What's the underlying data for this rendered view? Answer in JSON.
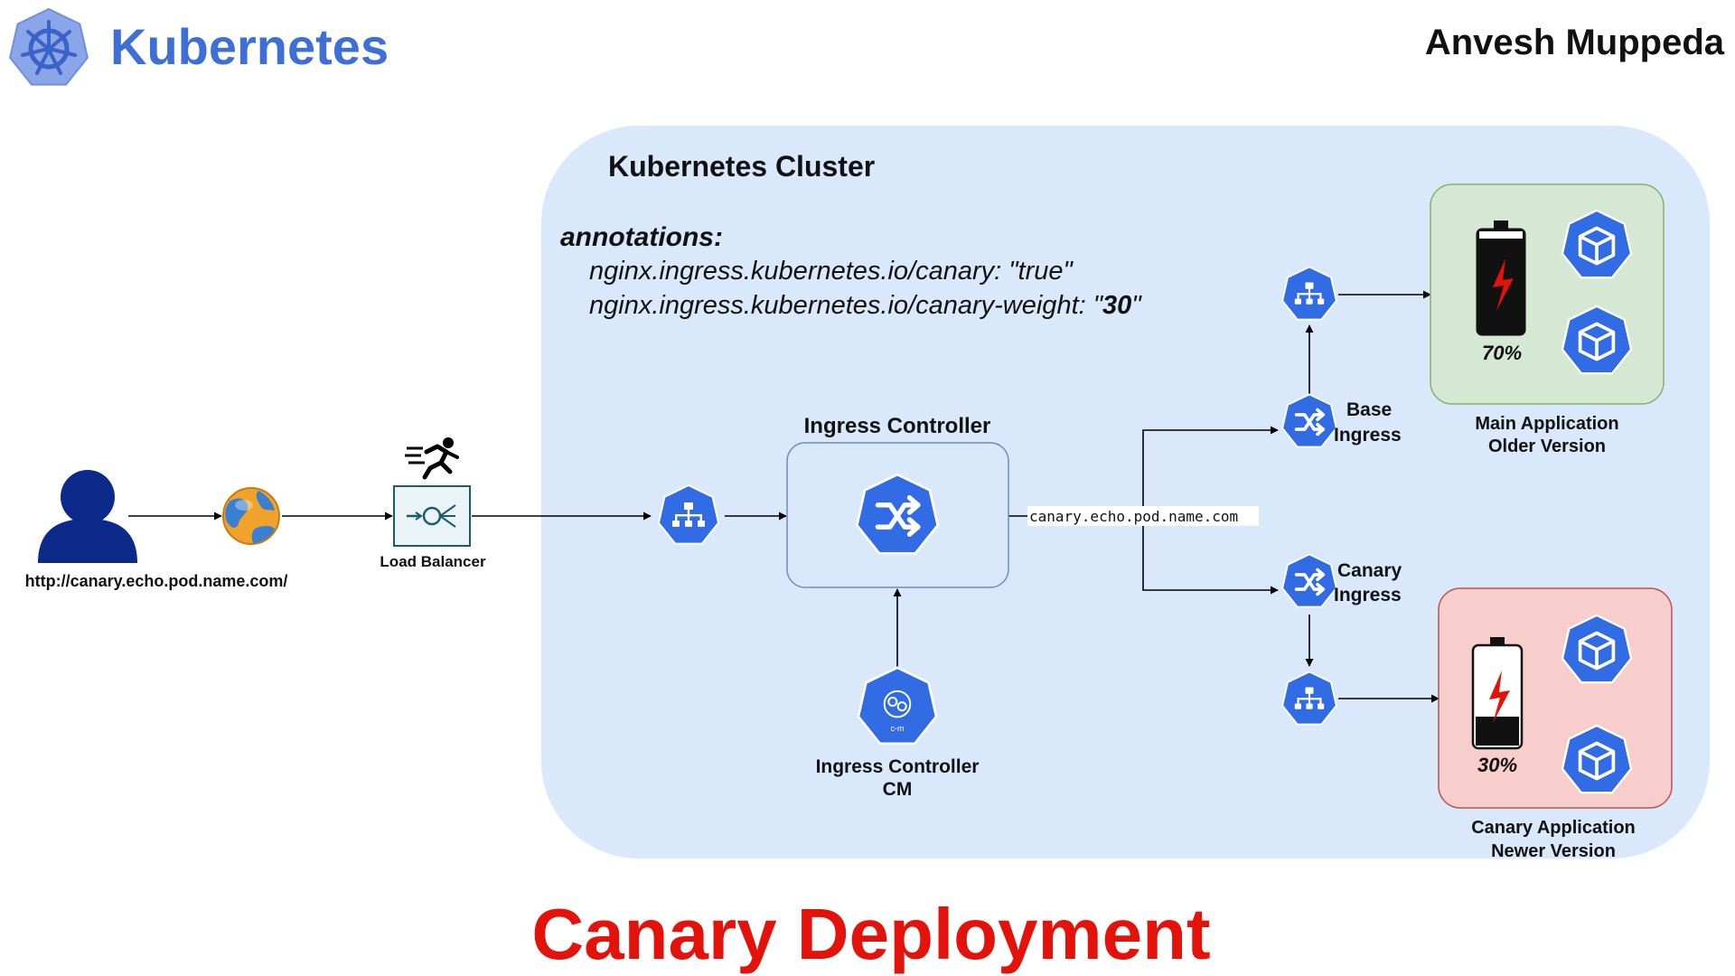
{
  "header": {
    "brand": "Kubernetes",
    "author": "Anvesh Muppeda"
  },
  "footer": {
    "title": "Canary Deployment"
  },
  "cluster": {
    "title": "Kubernetes Cluster",
    "annotations_label": "annotations:",
    "annotation_canary": "nginx.ingress.kubernetes.io/canary: \"true\"",
    "annotation_weight_prefix": "nginx.ingress.kubernetes.io/canary-weight: \"",
    "annotation_weight_value": "30",
    "annotation_weight_suffix": "\""
  },
  "client": {
    "url": "http://canary.echo.pod.name.com/"
  },
  "load_balancer": {
    "label": "Load Balancer"
  },
  "ingress_controller": {
    "label": "Ingress Controller",
    "host_label": "canary.echo.pod.name.com",
    "cm_label_line1": "Ingress Controller",
    "cm_label_line2": "CM",
    "cm_icon_text": "c-m"
  },
  "base_ingress": {
    "line1": "Base",
    "line2": "Ingress"
  },
  "canary_ingress": {
    "line1": "Canary",
    "line2": "Ingress"
  },
  "main_app": {
    "line1": "Main Application",
    "line2": "Older Version",
    "traffic": "70%",
    "traffic_fraction": 0.7
  },
  "canary_app": {
    "line1": "Canary Application",
    "line2": "Newer Version",
    "traffic": "30%",
    "traffic_fraction": 0.3
  },
  "colors": {
    "k8s_blue": "#326ce5",
    "cluster_bg": "#dae8fc",
    "main_app_bg": "#d5e8d4",
    "canary_app_bg": "#f8cecc",
    "title_red": "#e3120b",
    "user_navy": "#0b2a8a"
  },
  "icons": {
    "brand": "kubernetes-logo-icon",
    "user": "user-icon",
    "globe": "globe-icon",
    "load_balancer": "load-balancer-icon",
    "runner": "running-person-icon",
    "service": "service-icon",
    "ingress": "ingress-icon",
    "configmap": "configmap-icon",
    "pod": "pod-icon",
    "battery": "battery-icon"
  }
}
